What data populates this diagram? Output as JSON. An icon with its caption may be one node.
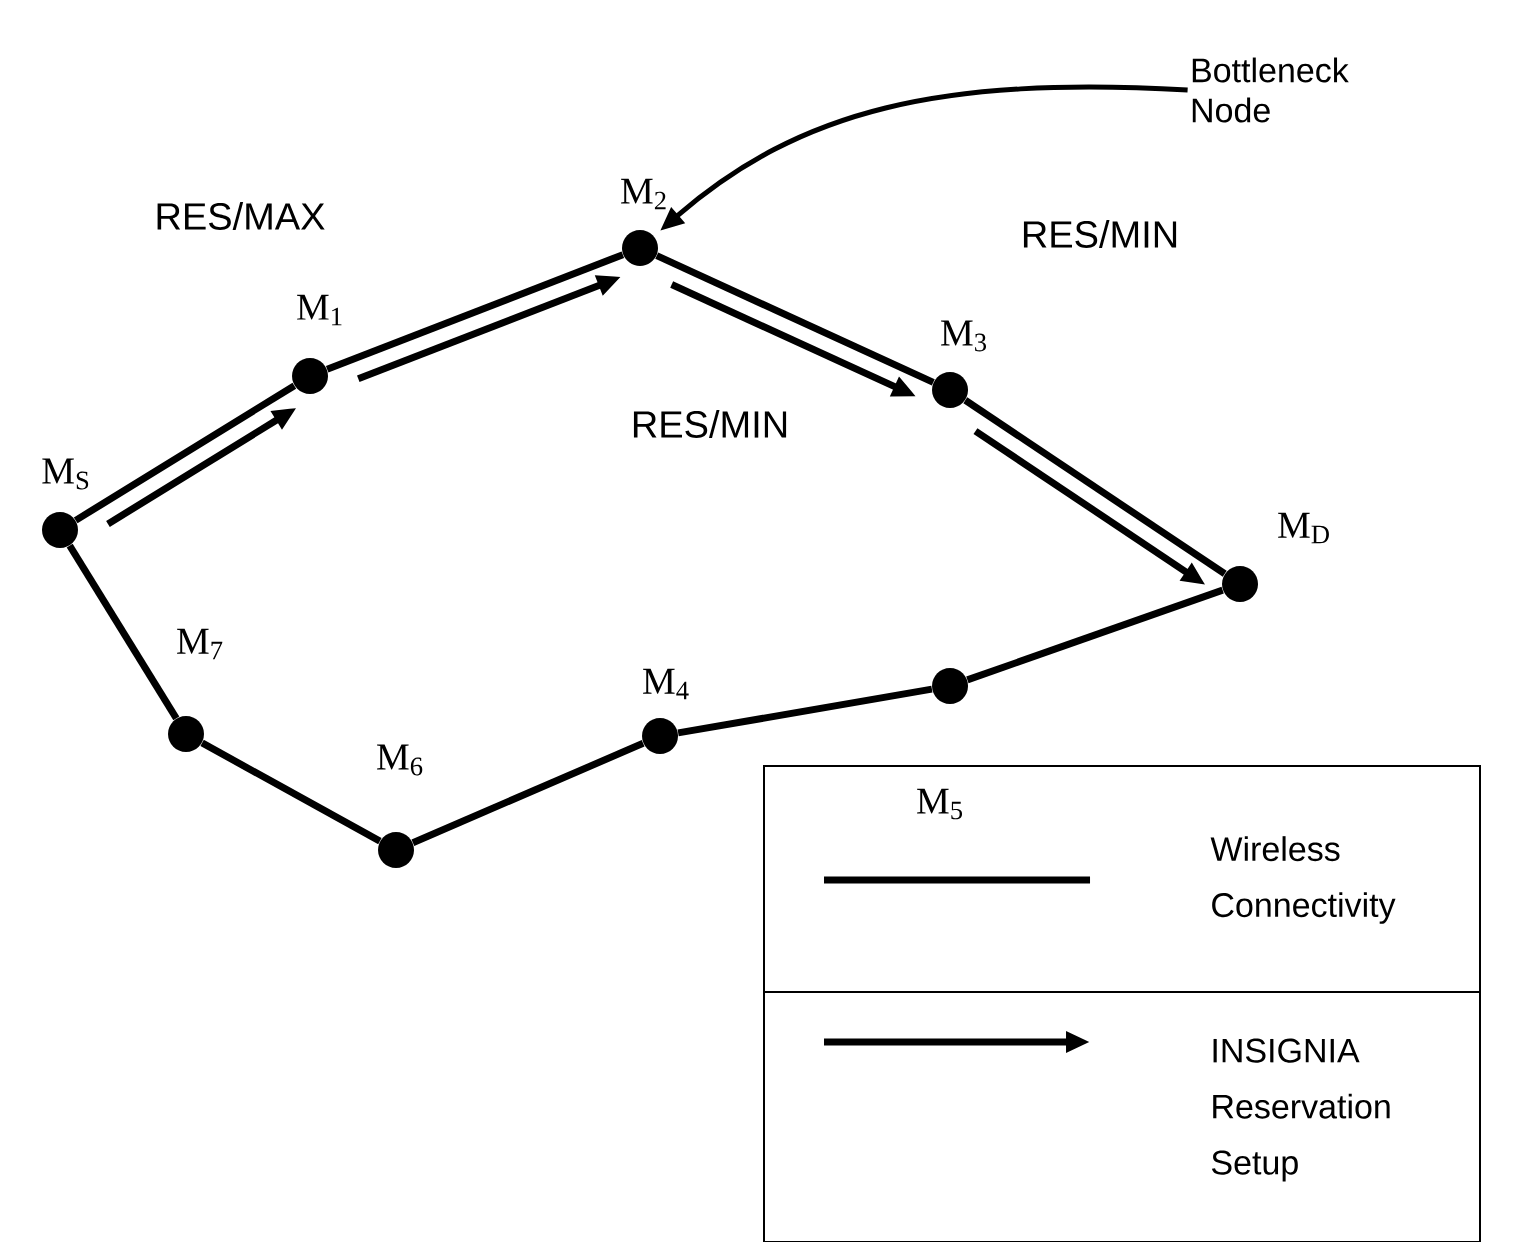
{
  "diagram": {
    "nodes": [
      {
        "text": [],
        "shape": "circle",
        "beside": [
          "M$_{S}$"
        ]
      },
      {
        "text": [],
        "shape": "circle",
        "beside": [
          "M$_{1}$"
        ]
      },
      {
        "text": [],
        "shape": "circle",
        "beside": [
          "M$_{2}$"
        ]
      },
      {
        "text": [],
        "shape": "circle",
        "beside": [
          "M$_{3}$"
        ]
      },
      {
        "text": [],
        "shape": "circle",
        "beside": [
          "M$_{D}$"
        ]
      },
      {
        "text": [],
        "shape": "circle",
        "beside": [
          "M$_{5}$"
        ]
      },
      {
        "text": [],
        "shape": "circle",
        "beside": [
          "M$_{4}$"
        ]
      },
      {
        "text": [],
        "shape": "circle",
        "beside": [
          "M$_{6}$"
        ]
      },
      {
        "text": [],
        "shape": "circle",
        "beside": [
          "M$_{7}$"
        ]
      },
      {
        "text": [
          "Bottleneck Node"
        ]
      }
    ],
    "edges": [
      {
        "from": 0,
        "to": 1,
        "arrow": "none"
      },
      {
        "from": 1,
        "to": 2,
        "arrow": "none"
      },
      {
        "from": 2,
        "to": 3,
        "arrow": "none"
      },
      {
        "from": 3,
        "to": 4,
        "arrow": "none"
      },
      {
        "from": 4,
        "to": 5,
        "arrow": "none"
      },
      {
        "from": 5,
        "to": 6,
        "arrow": "none"
      },
      {
        "from": 6,
        "to": 7,
        "arrow": "none"
      },
      {
        "from": 7,
        "to": 8,
        "arrow": "none"
      },
      {
        "from": 8,
        "to": 0,
        "arrow": "none"
      },
      {
        "from": 0,
        "to": 1,
        "arrow": "to"
      },
      {
        "from": 1,
        "to": 2,
        "arrow": "to"
      },
      {
        "from": 2,
        "to": 3,
        "arrow": "to"
      },
      {
        "from": 3,
        "to": 4,
        "arrow": "to"
      },
      {
        "from": 9,
        "to": 2,
        "arrow": "to"
      }
    ],
    "labels": [
      "RES/MAX",
      "RES/MIN",
      "RES/MIN"
    ],
    "legend": [
      {
        "text": "Wireless Connectivity"
      },
      {
        "text": "INSIGNIA Reservation Setup"
      }
    ]
  }
}
